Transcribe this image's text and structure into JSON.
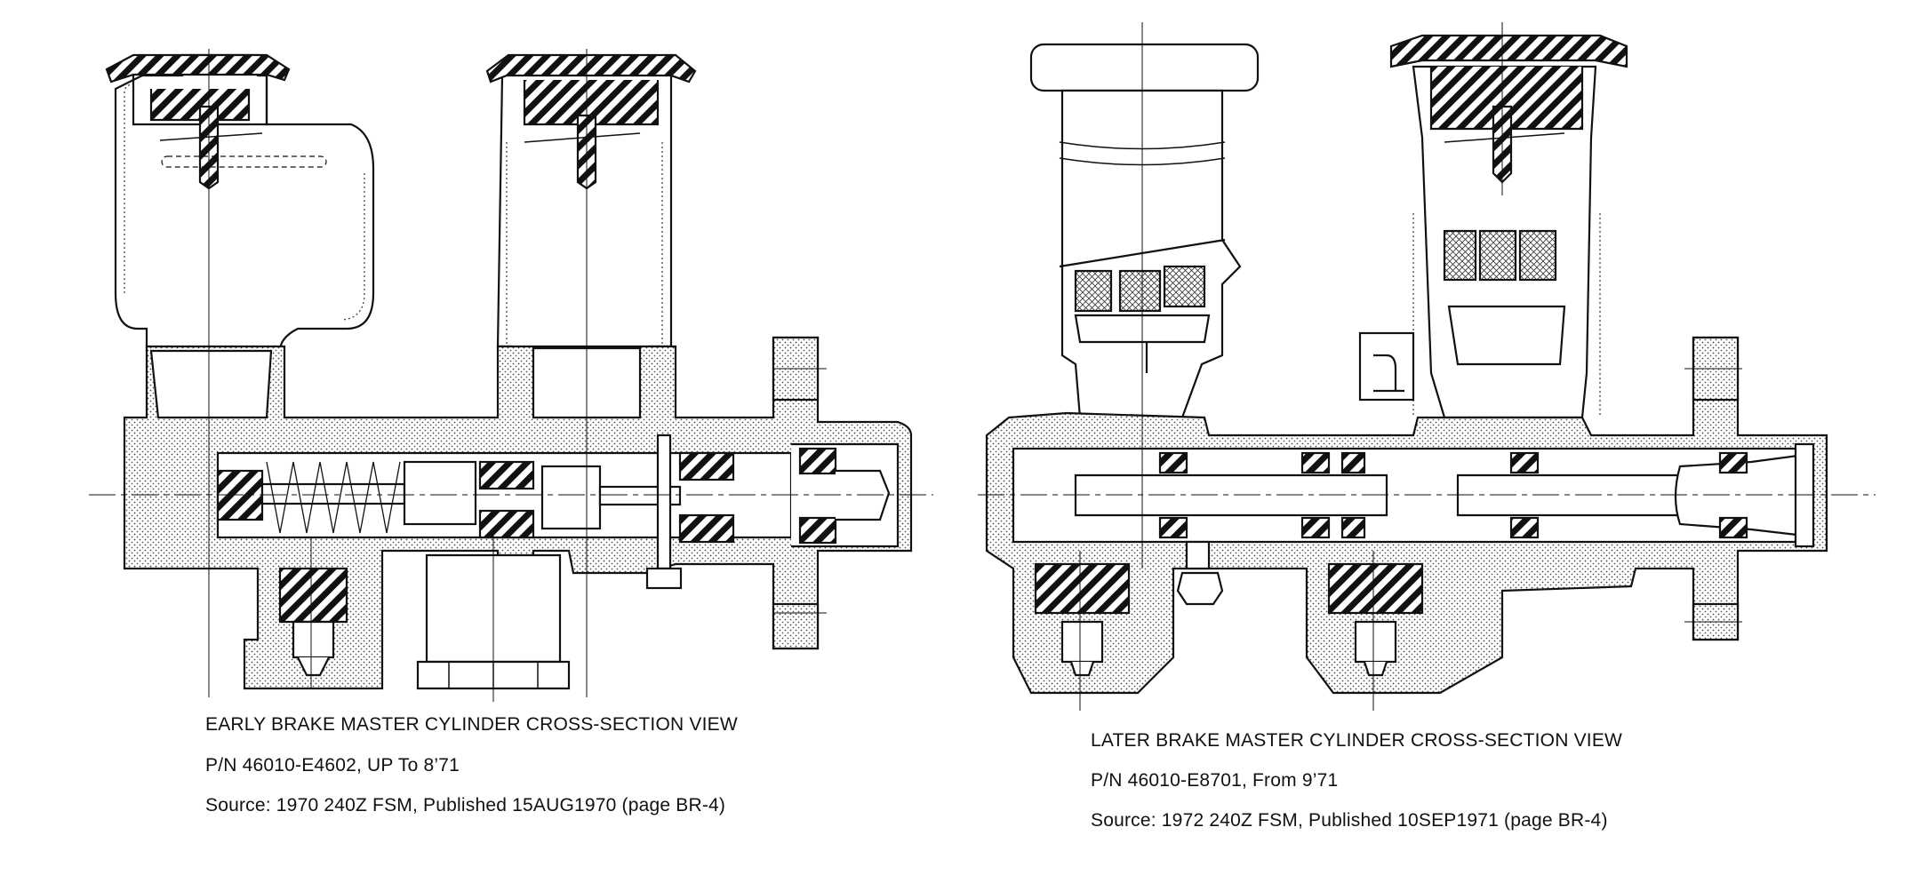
{
  "early": {
    "title": "EARLY BRAKE MASTER CYLINDER CROSS-SECTION VIEW",
    "part_number": "P/N 46010-E4602, UP To 8’71",
    "source": "Source: 1970 240Z FSM, Published 15AUG1970 (page BR-4)"
  },
  "later": {
    "title": "LATER BRAKE MASTER CYLINDER CROSS-SECTION VIEW",
    "part_number": "P/N 46010-E8701, From 9’71",
    "source": "Source: 1972 240Z FSM, Published 10SEP1971 (page BR-4)"
  }
}
